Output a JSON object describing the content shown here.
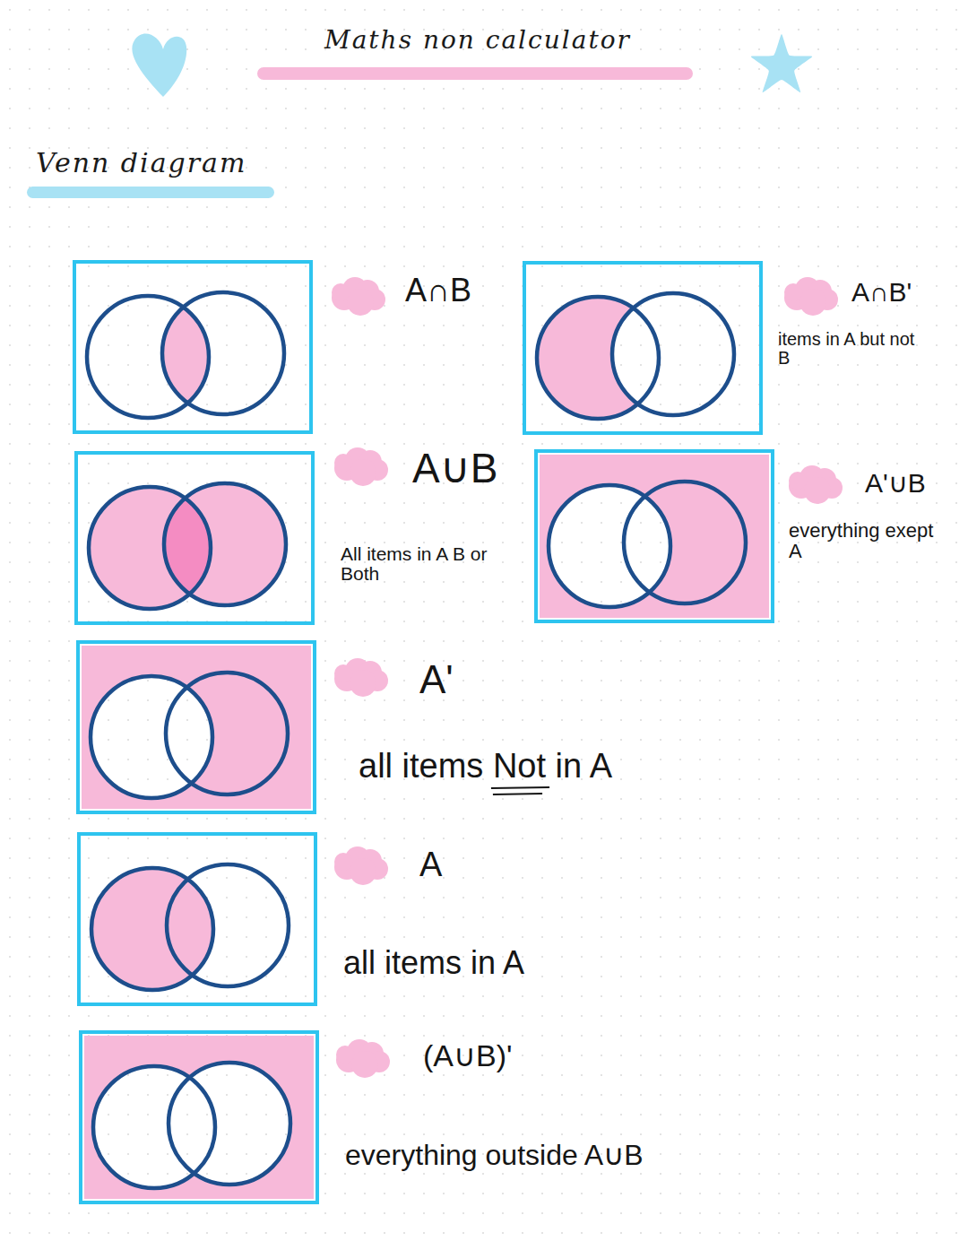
{
  "diagram": {
    "title": "Maths non calculator",
    "labels": [
      "Venn diagram",
      "A∩B",
      "A∩B'",
      "items in A but not B",
      "A∪B",
      "All items in A B or Both",
      "A'∪B",
      "everything exept A",
      "A'",
      "all items Not in A",
      "A",
      "all items in A",
      "(A∪B)'",
      "everything outside A∪B"
    ]
  }
}
